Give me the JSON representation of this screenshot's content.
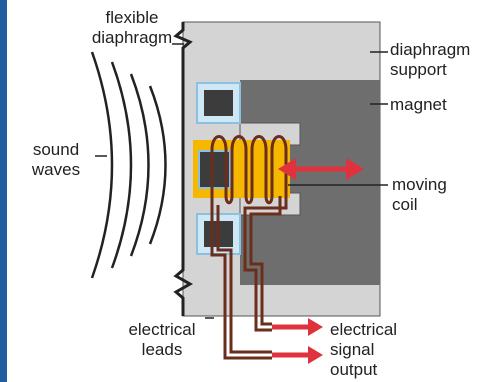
{
  "labels": {
    "flexible_diaphragm": "flexible\ndiaphragm",
    "diaphragm_support": "diaphragm\nsupport",
    "magnet": "magnet",
    "sound_waves": "sound\nwaves",
    "moving_coil": "moving\ncoil",
    "electrical_leads": "electrical\nleads",
    "electrical_signal_output": "electrical\nsignal\noutput"
  },
  "colors": {
    "edge_bar": "#1f5fa0",
    "support_gray": "#d4d4d4",
    "magnet_dark": "#6e6e6e",
    "magnet_block": "#3c3c3c",
    "light_blue": "#cfe6f5",
    "coil_yellow": "#f5b700",
    "coil_brown": "#6b2d1c",
    "arrow_red": "#e0323c",
    "ink": "#222222"
  }
}
